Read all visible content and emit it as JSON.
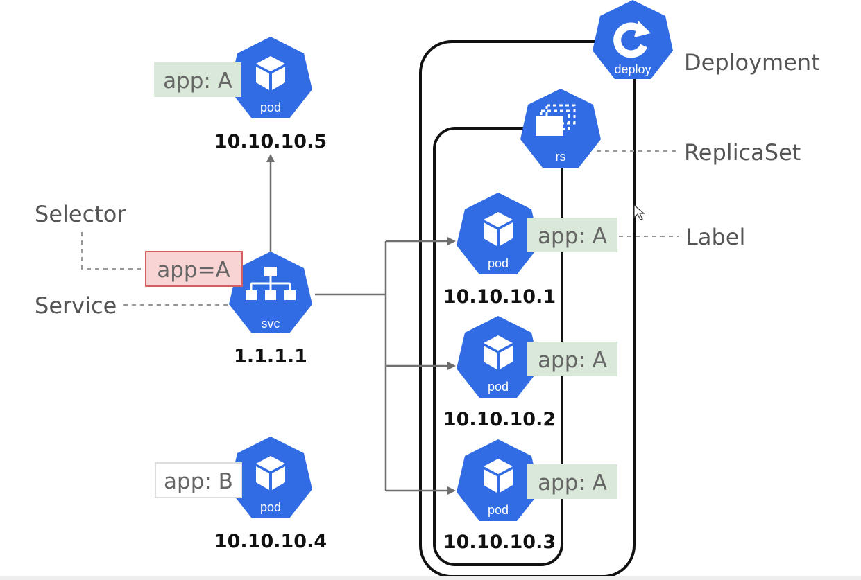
{
  "colors": {
    "k8s_blue": "#326ce5",
    "label_green_bg": "#d9e8d9",
    "selector_red_bg": "#f8d4d4",
    "selector_red_border": "#d46060",
    "arrow_gray": "#6e6e6e",
    "dash_gray": "#999999",
    "frame_black": "#111111"
  },
  "annotations": {
    "deployment": "Deployment",
    "replicaset": "ReplicaSet",
    "label": "Label",
    "selector": "Selector",
    "service": "Service"
  },
  "service": {
    "kind": "svc",
    "ip": "1.1.1.1",
    "selector": "app=A",
    "icon": "network-hierarchy-icon"
  },
  "deployment": {
    "kind": "deploy",
    "icon": "rotate-arrow-icon"
  },
  "replicaset": {
    "kind": "rs",
    "icon": "stacked-windows-icon"
  },
  "pods": [
    {
      "id": "pod-top",
      "ip": "10.10.10.5",
      "label": "app: A",
      "icon": "cube-icon"
    },
    {
      "id": "pod-1",
      "ip": "10.10.10.1",
      "label": "app: A",
      "icon": "cube-icon"
    },
    {
      "id": "pod-2",
      "ip": "10.10.10.2",
      "label": "app: A",
      "icon": "cube-icon"
    },
    {
      "id": "pod-3",
      "ip": "10.10.10.3",
      "label": "app: A",
      "icon": "cube-icon"
    },
    {
      "id": "pod-bottom",
      "ip": "10.10.10.4",
      "label": "app: B",
      "icon": "cube-icon"
    }
  ],
  "pod_kind": "pod"
}
